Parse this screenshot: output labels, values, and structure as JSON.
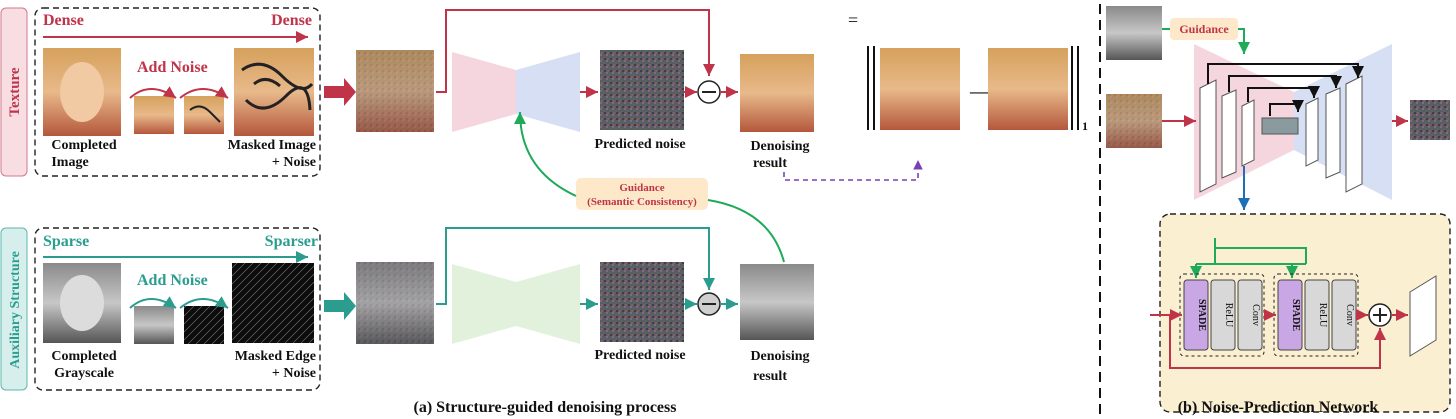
{
  "labels": {
    "texture": "Texture",
    "auxiliary": "Auxiliary Structure",
    "dense_left": "Dense",
    "dense_right": "Dense",
    "sparse_left": "Sparse",
    "sparse_right": "Sparser",
    "add_noise_top": "Add Noise",
    "add_noise_bottom": "Add Noise",
    "completed_image_l1": "Completed",
    "completed_image_l2": "Image",
    "masked_image_l1": "Masked Image",
    "masked_image_l2": "+ Noise",
    "completed_gray_l1": "Completed",
    "completed_gray_l2": "Grayscale",
    "masked_edge_l1": "Masked Edge",
    "masked_edge_l2": "+ Noise",
    "predicted_noise_top": "Predicted noise",
    "predicted_noise_bottom": "Predicted noise",
    "denoise_top_l1": "Denoising",
    "denoise_top_l2": "result",
    "denoise_bottom_l1": "Denoising",
    "denoise_bottom_l2": "result",
    "guidance_l1": "Guidance",
    "guidance_l2": "(Semantic Consistency)",
    "guidance_b": "Guidance",
    "caption_a": "(a)  Structure-guided denoising process",
    "caption_b": "(b) Noise-Prediction Network",
    "spade1": "SPADE",
    "relu1": "ReLU",
    "conv1": "Conv",
    "spade2": "SPADE",
    "relu2": "ReLU",
    "conv2": "Conv",
    "eq_sym": "=",
    "minus_big": "—",
    "norm_sub": "1",
    "fire_icon": "🔥",
    "snow_icon": "❄"
  },
  "colors": {
    "red": "#c0344a",
    "teal": "#2a9d8f",
    "green": "#1faa59",
    "pink_fill": "#f6d6de",
    "blue_fill": "#d6dff3",
    "green_fill": "#e1f1dc",
    "guidance_fill": "#fde9c9",
    "spade_fill": "#c9a6e4",
    "block_fill": "#d8d8d8",
    "panel_fill": "#fbefd2"
  }
}
